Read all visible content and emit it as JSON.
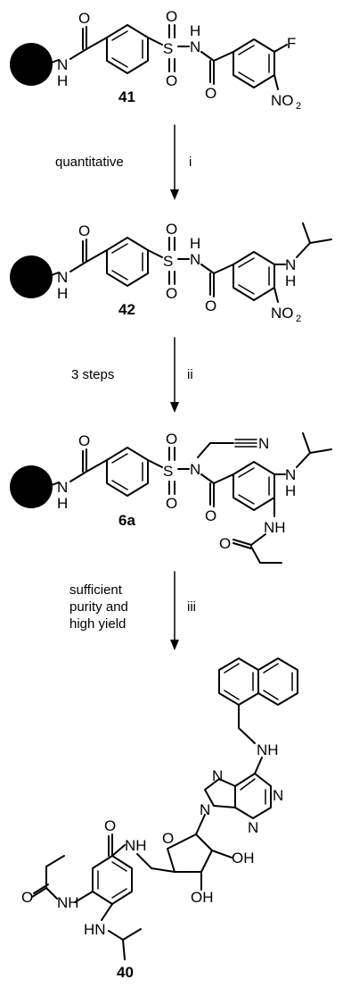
{
  "compounds": [
    {
      "id": "41",
      "label": "41"
    },
    {
      "id": "42",
      "label": "42"
    },
    {
      "id": "6a",
      "label": "6a"
    },
    {
      "id": "40",
      "label": "40"
    }
  ],
  "steps": [
    {
      "condition": "quantitative",
      "reagent": "i"
    },
    {
      "condition": "3 steps",
      "reagent": "ii"
    },
    {
      "condition_lines": [
        "sufficient",
        "purity and",
        "high yield"
      ],
      "reagent": "iii"
    }
  ],
  "atoms": {
    "O": "O",
    "N": "N",
    "H": "H",
    "NH": "NH",
    "HN": "HN",
    "S": "S",
    "F": "F",
    "OH": "OH",
    "NO": "NO",
    "sub2": "2"
  }
}
